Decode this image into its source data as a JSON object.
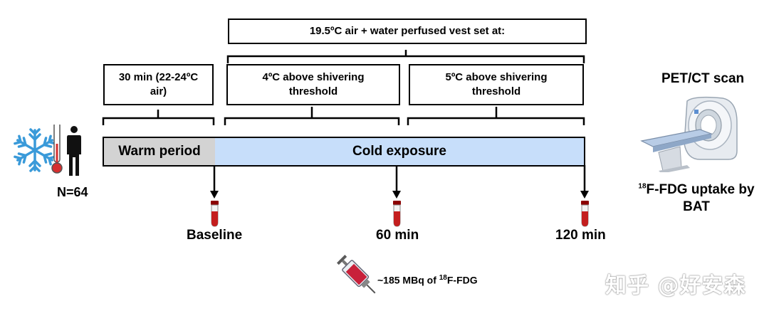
{
  "top_box": {
    "label": "19.5ºC air + water perfused vest set at:"
  },
  "warm_box": {
    "label": "30 min (22-24ºC air)"
  },
  "cold_box_1": {
    "label": "4ºC above shivering threshold"
  },
  "cold_box_2": {
    "label": "5ºC above shivering threshold"
  },
  "timeline": {
    "warm_label": "Warm period",
    "cold_label": "Cold exposure",
    "warm_color": "#d3d3d3",
    "cold_color": "#c7defa"
  },
  "subjects": {
    "label": "N=64",
    "icons": [
      "snowflake-icon",
      "thermometer-icon",
      "person-icon"
    ]
  },
  "timepoints": [
    {
      "label": "Baseline"
    },
    {
      "label": "60 min"
    },
    {
      "label": "120 min"
    }
  ],
  "injection": {
    "prefix": "~185 MBq of ",
    "isotope": "18",
    "suffix": "F-FDG",
    "icon": "syringe-icon"
  },
  "scan": {
    "title": "PET/CT scan",
    "isotope": "18",
    "uptake_suffix": "F-FDG uptake by",
    "uptake_line2": "BAT",
    "icon": "pet-ct-scanner-icon"
  },
  "watermark": {
    "text": "知乎 @好安森"
  }
}
